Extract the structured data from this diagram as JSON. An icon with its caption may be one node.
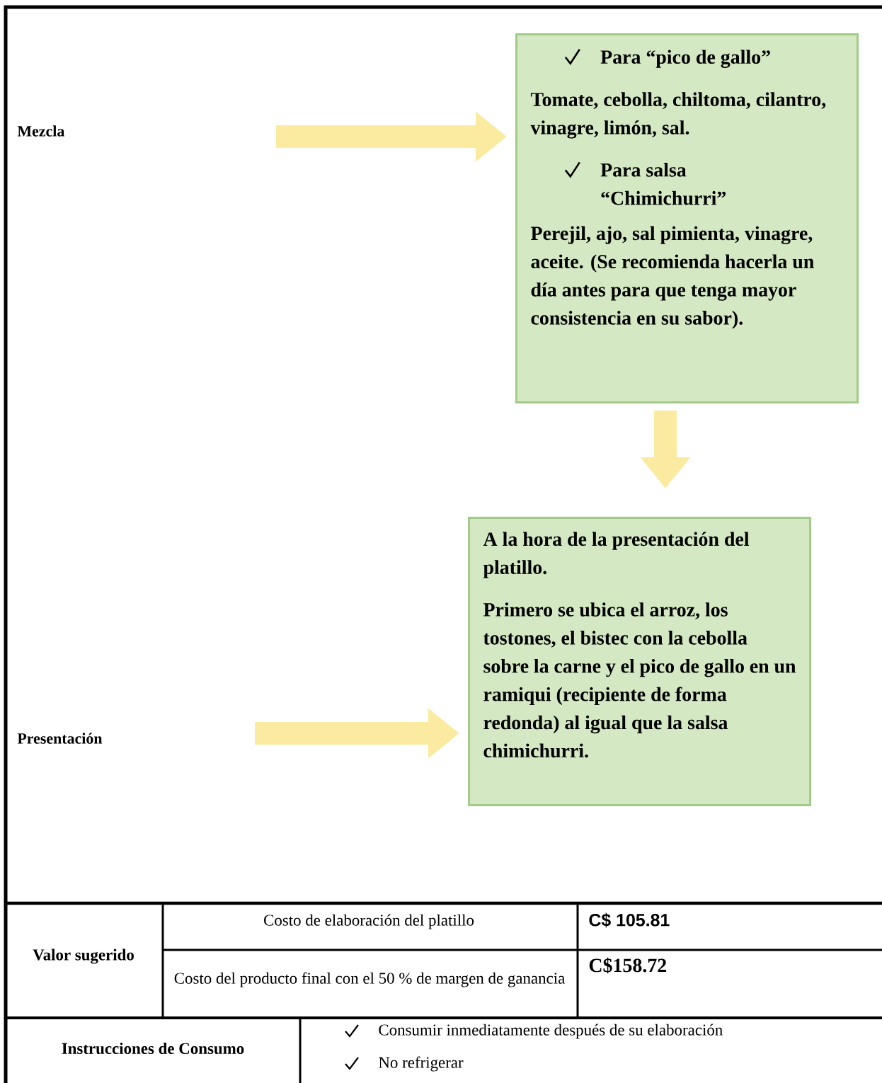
{
  "diagram": {
    "nodes": [
      {
        "text": [
          "Mezcla"
        ]
      },
      {
        "text": [
          "Para “pico de gallo”",
          "Tomate, cebolla, chiltoma, cilantro, vinagre, limón, sal.",
          "Para salsa “Chimichurri”",
          "Perejil, ajo, sal pimienta, vinagre, aceite. (Se recomienda hacerla un día antes para que tenga mayor consistencia en su sabor)."
        ]
      },
      {
        "text": [
          "A la hora de la presentación del platillo.",
          "Primero se ubica el arroz, los tostones, el bistec con la cebolla sobre la carne y el pico de gallo en un ramiqui (recipiente de forma redonda) al igual que la salsa chimichurri."
        ]
      },
      {
        "text": [
          "Presentación"
        ]
      }
    ],
    "edges": [
      {
        "from": null,
        "to": 1,
        "arrow": "to"
      },
      {
        "from": 1,
        "to": 2,
        "arrow": "to"
      },
      {
        "from": null,
        "to": 2,
        "arrow": "to"
      }
    ],
    "labels": [
      "Valor sugerido",
      "Costo de elaboración del platillo",
      "C$ 105.81",
      "Costo del producto final con el 50 % de margen de ganancia",
      "C$158.72",
      "Instrucciones de Consumo",
      "Consumir inmediatamente después de su elaboración",
      "No refrigerar"
    ]
  }
}
